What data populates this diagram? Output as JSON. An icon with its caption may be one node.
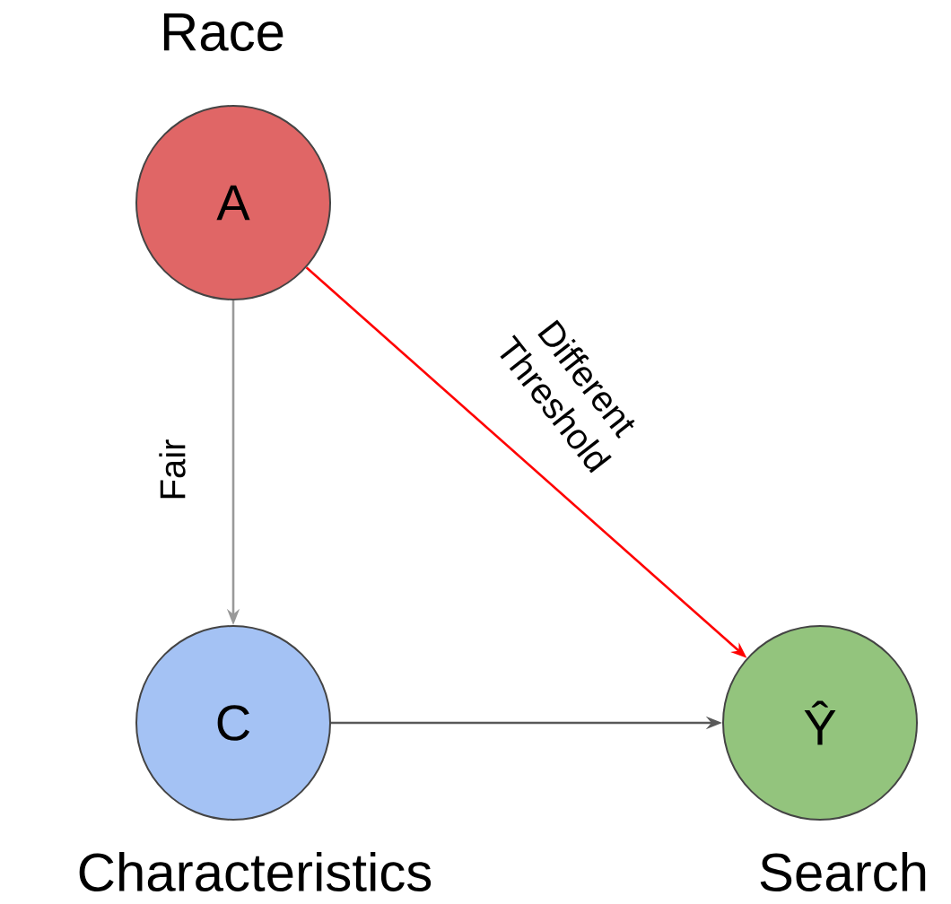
{
  "diagram": {
    "nodes": [
      {
        "text": [
          "A"
        ],
        "beside": [
          "Race"
        ]
      },
      {
        "text": [
          "C"
        ],
        "beside": [
          "Characteristics"
        ]
      },
      {
        "text": [
          "Ŷ"
        ],
        "beside": [
          "Search"
        ]
      }
    ],
    "edges": [
      {
        "from": 0,
        "to": 1,
        "arrow": "to",
        "label": "Fair",
        "color": "#999999"
      },
      {
        "from": 0,
        "to": 2,
        "arrow": "to",
        "label": "Different Threshold",
        "color": "#ff0000"
      },
      {
        "from": 1,
        "to": 2,
        "arrow": "to",
        "color": "#595959"
      }
    ]
  }
}
